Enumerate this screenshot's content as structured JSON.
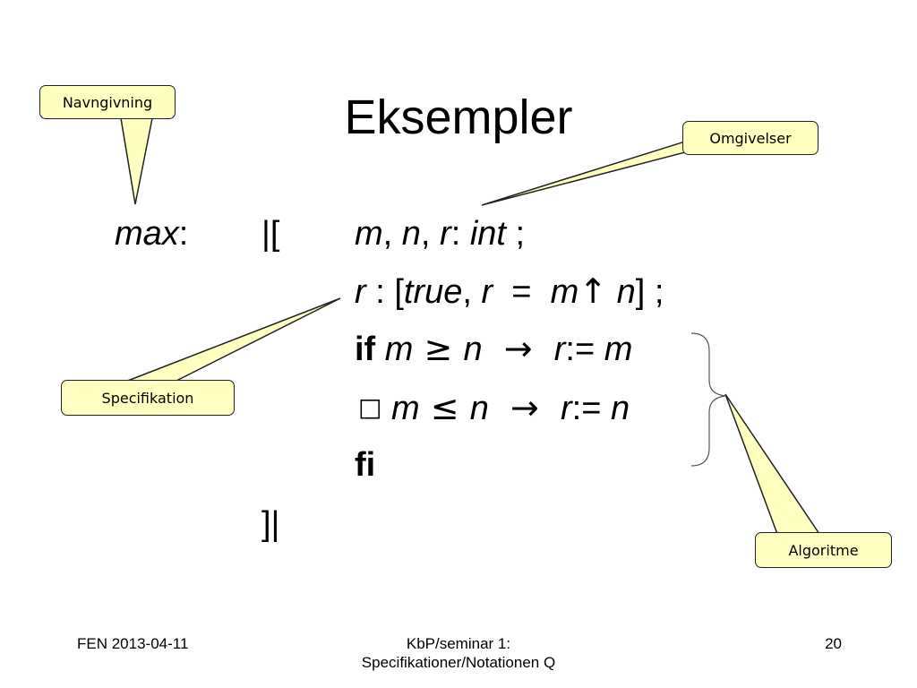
{
  "slide": {
    "title": "Eksempler",
    "code": {
      "label": "max",
      "colon": ":",
      "open_bracket": "|[",
      "line1": {
        "m": "m",
        "sep1": ", ",
        "n": "n",
        "sep2": ", ",
        "r": "r",
        "colon": ": ",
        "type": "int",
        "semi": " ;"
      },
      "line2": {
        "r": "r",
        "colon": " : [",
        "pre": "true",
        "comma": ", ",
        "r2": "r",
        "eq": "  =  ",
        "m": "m",
        "up": "↑",
        "n": " n",
        "close": "] ;"
      },
      "line3": {
        "kw": "if",
        "m": "m",
        "geq": " ≥ ",
        "n": "n",
        "arrow": "  →  ",
        "r": "r",
        "assign": ":= ",
        "val": "m"
      },
      "line4": {
        "guard": "□",
        "m": "m",
        "leq": " ≤ ",
        "n": "n",
        "arrow": "  →  ",
        "r": "r",
        "assign": ":= ",
        "val": "n"
      },
      "line5": {
        "kw": "fi"
      },
      "close_bracket": "]|"
    },
    "callouts": {
      "naming": "Navngivning",
      "environment": "Omgivelser",
      "specification": "Specifikation",
      "algorithm": "Algoritme"
    },
    "footer": {
      "left": "FEN 2013-04-11",
      "center_line1": "KbP/seminar 1:",
      "center_line2": "Specifikationer/Notationen Q",
      "page": "20"
    },
    "colors": {
      "callout_fill": "#ffffc0",
      "callout_border": "#222222",
      "text": "#000000"
    }
  }
}
